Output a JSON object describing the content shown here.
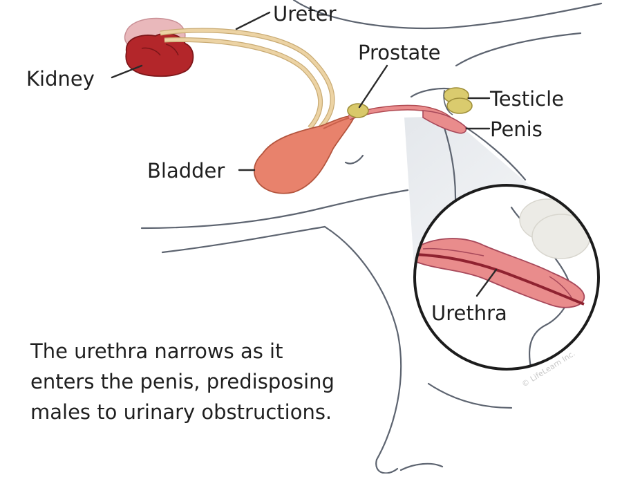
{
  "labels": {
    "ureter": "Ureter",
    "kidney": "Kidney",
    "prostate": "Prostate",
    "testicle": "Testicle",
    "penis": "Penis",
    "bladder": "Bladder",
    "urethra": "Urethra"
  },
  "caption": [
    "The urethra narrows as it",
    "enters the penis, predisposing",
    "males to urinary obstructions."
  ],
  "watermark": "© LifeLearn Inc.",
  "colors": {
    "outline": "#5d6470",
    "kidney": "#b3262a",
    "kidney_back": "#e9b8bb",
    "ureter": "#ecd3a4",
    "bladder": "#e8826c",
    "prostate": "#d9c96a",
    "testicle": "#dacb6e",
    "penis": "#e98c8c",
    "urethra": "#8f2230"
  }
}
